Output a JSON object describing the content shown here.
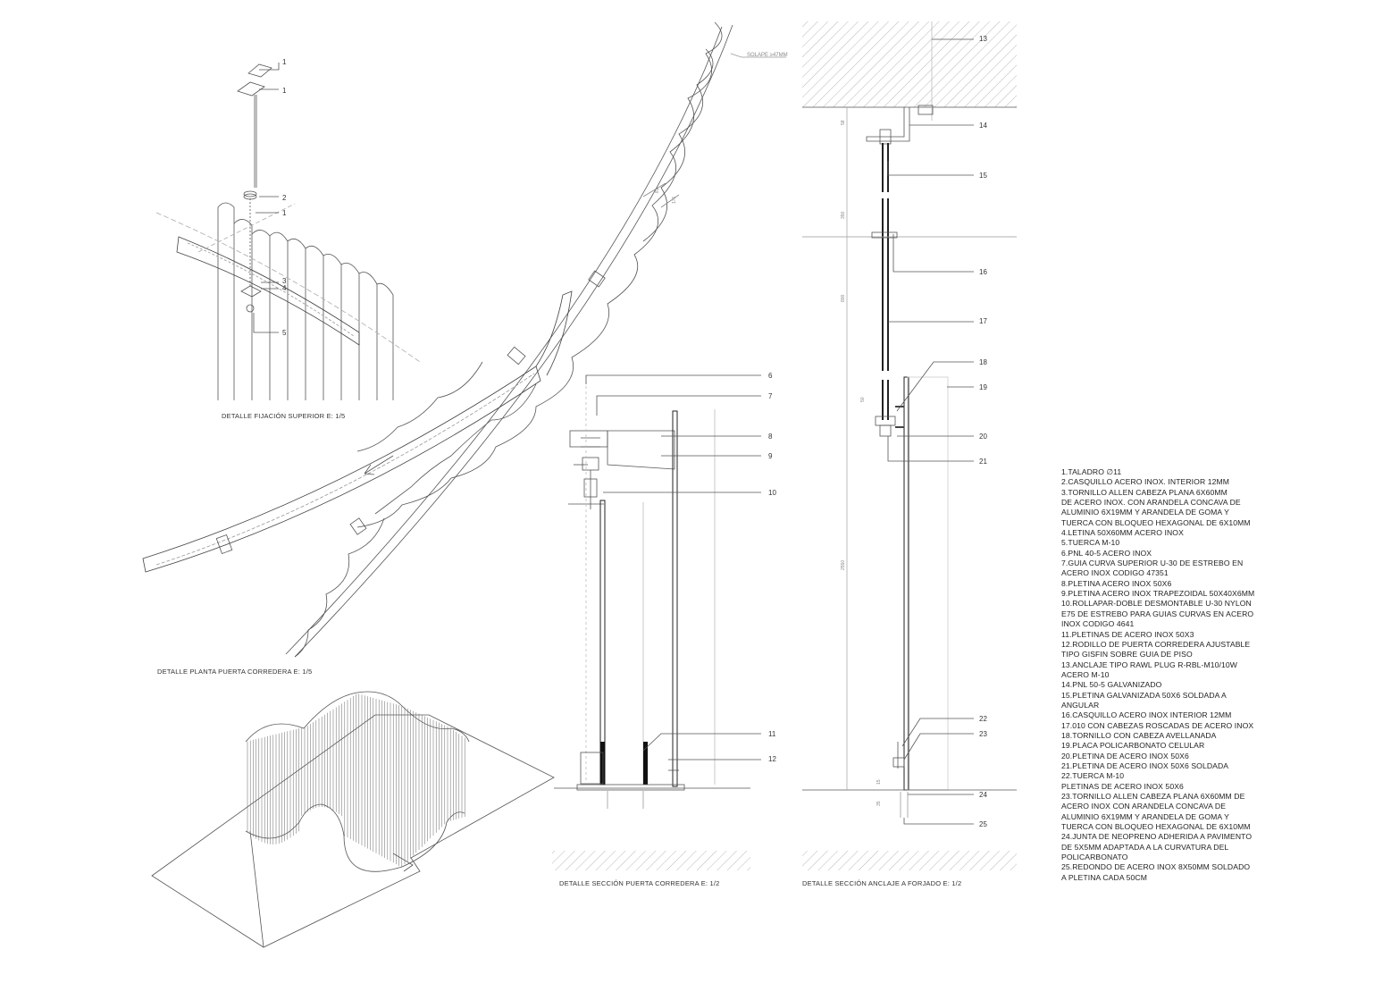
{
  "captions": {
    "fijacion": "DETALLE FIJACIÓN SUPERIOR    E: 1/5",
    "planta": "DETALLE PLANTA PUERTA CORREDERA    E: 1/5",
    "seccion_puerta": "DETALLE SECCIÓN PUERTA CORREDERA    E: 1/2",
    "seccion_anclaje": "DETALLE SECCIÓN ANCLAJE A FORJADO    E: 1/2"
  },
  "annotations": {
    "solape": "SOLAPE ≥47MM"
  },
  "dimensions": {
    "d58": "58",
    "d350": "350",
    "d800": "800",
    "d50": "50",
    "d2550": "2550",
    "d15": "15",
    "d35": "35",
    "d81": "81",
    "d171": "171"
  },
  "callouts_fijacion": [
    "1",
    "1",
    "2",
    "1",
    "3",
    "4",
    "5"
  ],
  "callouts_seccion_puerta": [
    "6",
    "7",
    "8",
    "9",
    "10",
    "11",
    "12"
  ],
  "callouts_seccion_anclaje": [
    "13",
    "14",
    "15",
    "16",
    "17",
    "18",
    "19",
    "20",
    "21",
    "22",
    "23",
    "24",
    "25"
  ],
  "legend": [
    "1.TALADRO ∅11",
    "2.CASQUILLO ACERO INOX. INTERIOR 12MM",
    "3.TORNILLO ALLEN CABEZA PLANA 6X60MM",
    "DE ACERO INOX. CON ARANDELA CONCAVA DE",
    "ALUMINIO 6X19MM Y ARANDELA DE GOMA Y",
    "TUERCA CON BLOQUEO HEXAGONAL DE 6X10MM",
    "4.LETINA 50X60MM ACERO INOX",
    "5.TUERCA M-10",
    "6.PNL 40-5 ACERO INOX",
    "7.GUIA CURVA SUPERIOR U-30 DE ESTREBO EN",
    "ACERO INOX CODIGO 47351",
    "8.PLETINA ACERO INOX 50X6",
    "9.PLETINA ACERO INOX TRAPEZOIDAL 50X40X6MM",
    "10.ROLLAPAR-DOBLE DESMONTABLE U-30 NYLON",
    "E75 DE ESTREBO PARA GUIAS CURVAS EN ACERO",
    "INOX CODIGO 4641",
    "11.PLETINAS DE ACERO INOX 50X3",
    "12.RODILLO DE PUERTA CORREDERA AJUSTABLE",
    "TIPO GISFIN SOBRE GUIA DE PISO",
    "13.ANCLAJE TIPO RAWL PLUG R-RBL-M10/10W",
    "ACERO M-10",
    "14.PNL 50-5 GALVANIZADO",
    "15.PLETINA GALVANIZADA 50X6 SOLDADA A",
    "ANGULAR",
    "16.CASQUILLO ACERO INOX INTERIOR 12MM",
    "17.010 CON CABEZAS ROSCADAS DE ACERO INOX",
    "18.TORNILLO CON CABEZA AVELLANADA",
    "19.PLACA POLICARBONATO CELULAR",
    "20.PLETINA DE ACERO INOX 50X6",
    "21.PLETINA DE ACERO INOX 50X6 SOLDADA",
    "22.TUERCA M-10",
    "PLETINAS DE ACERO INOX 50X6",
    "23.TORNILLO ALLEN CABEZA PLANA 6X60MM DE",
    "ACERO INOX CON ARANDELA CONCAVA DE",
    "ALUMINIO 6X19MM Y ARANDELA DE GOMA Y",
    "TUERCA CON BLOQUEO HEXAGONAL DE 6X10MM",
    "24.JUNTA DE NEOPRENO ADHERIDA A PAVIMENTO",
    "DE 5X5MM ADAPTADA A LA CURVATURA DEL",
    "POLICARBONATO",
    "25.REDONDO DE ACERO INOX 8X50MM SOLDADO",
    "A PLETINA CADA 50CM"
  ]
}
